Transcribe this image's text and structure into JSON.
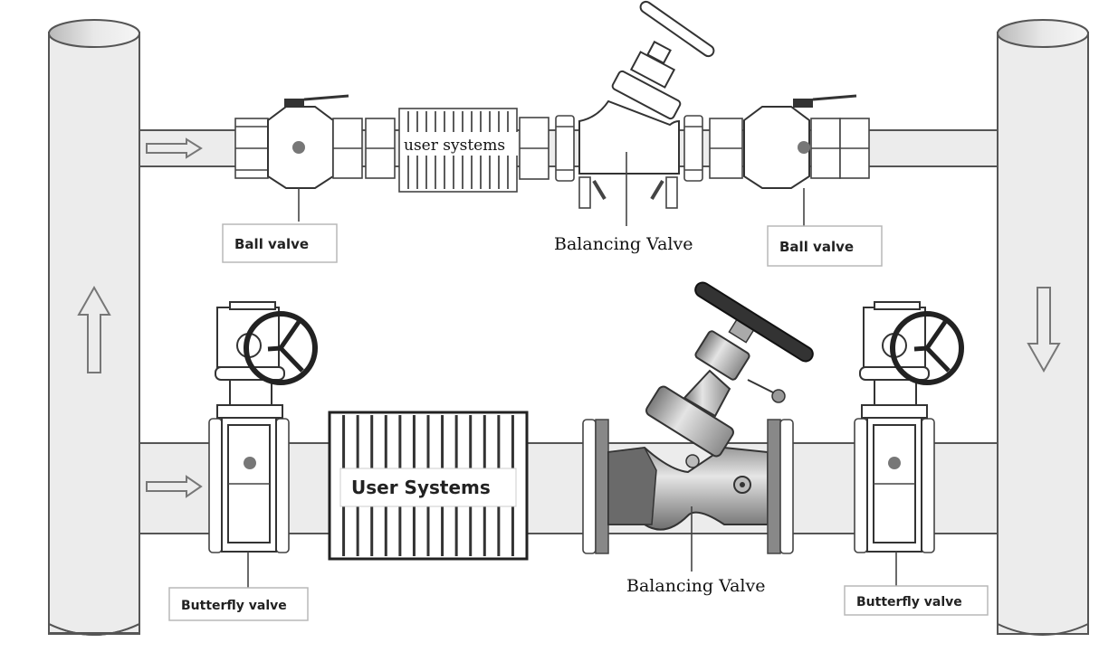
{
  "diagram": {
    "title": "Hydronic user system piping with balancing valves",
    "colors": {
      "pipe_fill": "#ececec",
      "outline": "#333333",
      "handwheel": "#222222",
      "valve_body_shade": "#8a8a8a"
    },
    "vertical_pipes": [
      {
        "name": "supply-riser",
        "flow_direction": "up",
        "arrow_icon": "arrow-up-icon"
      },
      {
        "name": "return-riser",
        "flow_direction": "down",
        "arrow_icon": "arrow-down-icon"
      }
    ],
    "top_branch": {
      "flow_direction": "right",
      "arrow_icon": "arrow-right-icon",
      "components": [
        "ball valve",
        "user systems coil",
        "balancing valve",
        "ball valve"
      ],
      "labels": {
        "ball_valve_left": "Ball valve",
        "user_systems": "user systems",
        "balancing_valve": "Balancing Valve",
        "ball_valve_right": "Ball valve"
      }
    },
    "bottom_branch": {
      "flow_direction": "right",
      "arrow_icon": "arrow-right-icon",
      "components": [
        "butterfly valve",
        "user systems coil",
        "balancing valve",
        "butterfly valve"
      ],
      "labels": {
        "butterfly_valve_left": "Butterfly valve",
        "user_systems": "User Systems",
        "balancing_valve": "Balancing Valve",
        "butterfly_valve_right": "Butterfly valve"
      }
    }
  }
}
